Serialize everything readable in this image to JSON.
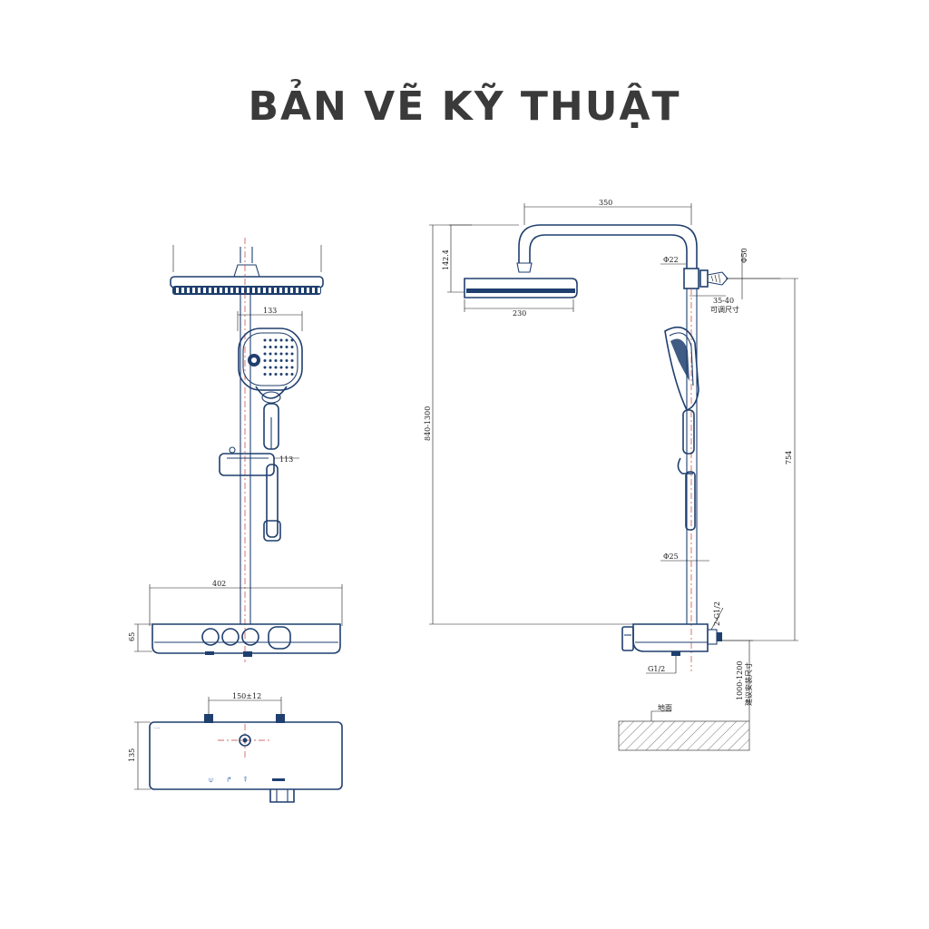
{
  "title": "BẢN VẼ KỸ THUẬT",
  "front_view": {
    "dim_handshower_width": "133",
    "dim_holder_offset": "113",
    "dim_shelf_width": "402",
    "dim_shelf_height": "65"
  },
  "top_view": {
    "dim_inlet_spacing": "150±12",
    "dim_depth": "135"
  },
  "side_view": {
    "dim_arm_length": "350",
    "dim_head_tilt": "142.4",
    "dim_head_diameter": "230",
    "dim_elbow_diameter": "Φ22",
    "dim_wall_bracket": "Φ50",
    "dim_adjust_range": "35-40",
    "dim_adjust_note": "可调尺寸",
    "dim_total_height": "840-1300",
    "dim_bar_height": "754",
    "dim_pipe_diameter": "Φ25",
    "dim_inlet_thread": "2-G1/2",
    "dim_outlet_thread": "G1/2",
    "dim_install_height": "1000-1200",
    "dim_install_note": "建议安装尺寸",
    "floor_label": "地面"
  },
  "colors": {
    "title": "#3a3a3a",
    "outline_blue": "#1f3f6e",
    "centerline_red": "#c23b3b",
    "dimension_black": "#1a1a1a"
  }
}
